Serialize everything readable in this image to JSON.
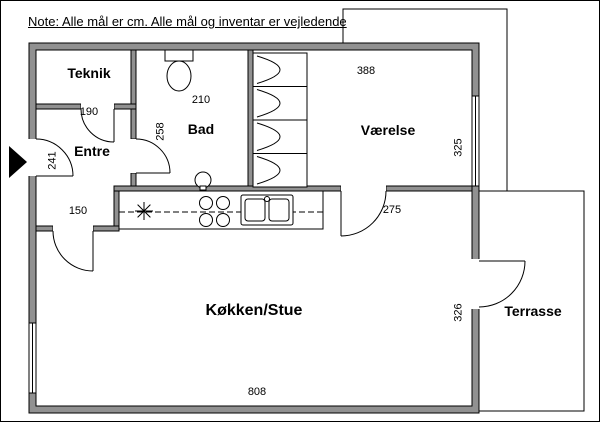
{
  "note": "Note: Alle mål er cm. Alle mål og inventar er vejledende",
  "rooms": {
    "teknik": "Teknik",
    "entre": "Entre",
    "bad": "Bad",
    "vaerelse": "Værelse",
    "koekken_stue": "Køkken/Stue",
    "terrasse": "Terrasse"
  },
  "measurements": {
    "teknik_opening": "190",
    "entre_length": "241",
    "entre_width": "150",
    "bad_width": "210",
    "bad_length": "258",
    "vaerelse_width": "388",
    "vaerelse_length": "325",
    "stue_door_wall": "275",
    "stue_right_wall": "326",
    "stue_width": "808"
  },
  "icons": {
    "entrance_arrow": "filled-right-triangle",
    "toilet": "toilet-top-view",
    "washbasin": "round-basin-with-tap",
    "kitchen_sink": "double-bowl-sink",
    "cooktop": "four-burner-hob",
    "dishwasher": "asterisk-appliance-symbol",
    "wardrobe": "wardrobe-with-curved-doors",
    "window": "double-line-window",
    "door": "quarter-circle-door-swing"
  },
  "colors": {
    "wall_fill": "#919191",
    "line": "#000000",
    "background": "#ffffff",
    "text": "#000000"
  }
}
